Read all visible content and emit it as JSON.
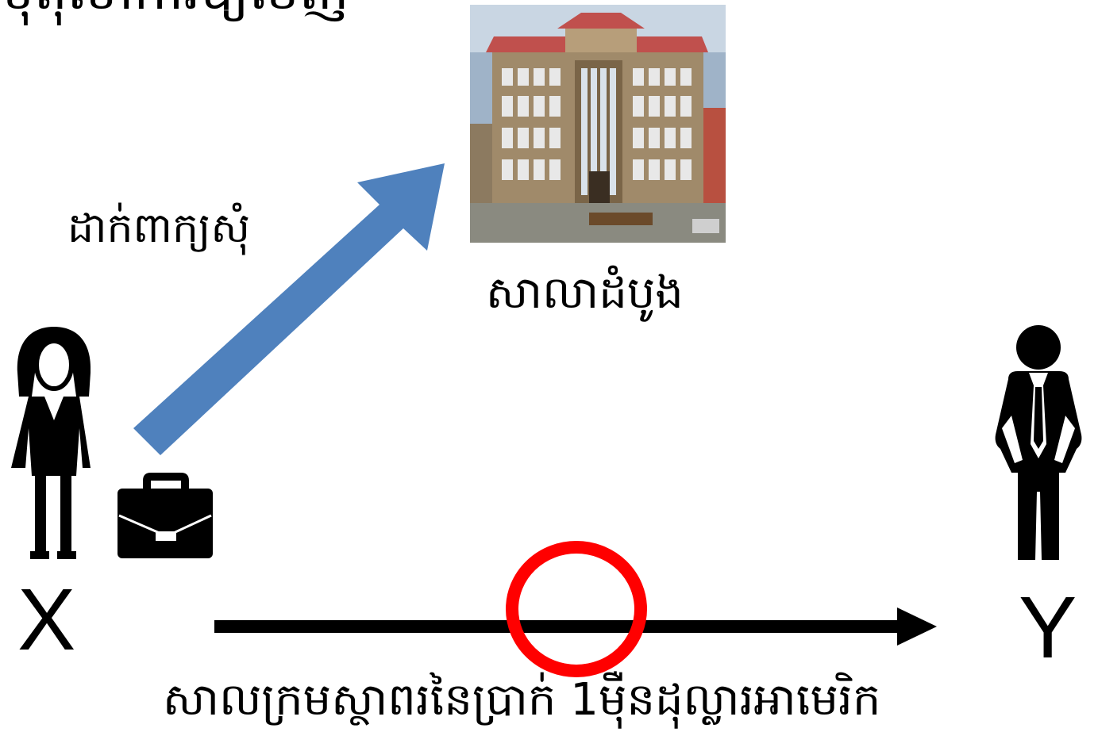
{
  "labels": {
    "top_text": "សុំតុលាការឱ្យចេញ",
    "apply": "ដាក់ពាក្យសុំ",
    "court": "សាលាដំបូង",
    "judgment": "សាលក្រមស្ថាពរនៃប្រាក់ 1ម៉ឺនដុល្លារអាមេរិក",
    "party_x": "X",
    "party_y": "Y"
  },
  "colors": {
    "arrow_blue": "#4f81bd",
    "highlight_red": "#ff0000",
    "ink": "#000000",
    "roof_red": "#c0504d",
    "building_brown": "#8b7355"
  },
  "icons": [
    "woman-icon",
    "briefcase-icon",
    "man-icon",
    "court-building-image"
  ]
}
